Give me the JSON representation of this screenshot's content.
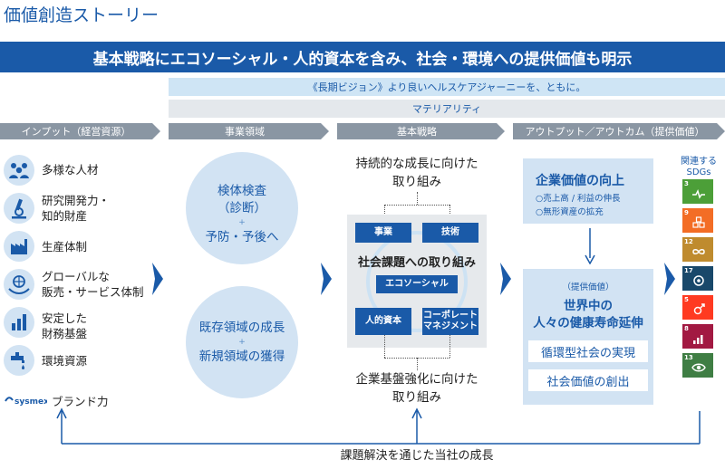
{
  "title": "価値創造ストーリー",
  "banner": "基本戦略にエコソーシャル・人的資本を含み、社会・環境への提供価値も明示",
  "vision": "《長期ビジョン》より良いヘルスケアジャーニーを、ともに。",
  "materiality": "マテリアリティ",
  "headers": {
    "input": "インプット（経営資源）",
    "domain": "事業領域",
    "strategy": "基本戦略",
    "output": "アウトプット／アウトカム（提供価値）"
  },
  "inputs": [
    {
      "lines": [
        "多様な人材"
      ],
      "icon": "people-icon"
    },
    {
      "lines": [
        "研究開発力・",
        "知的財産"
      ],
      "icon": "microscope-icon"
    },
    {
      "lines": [
        "生産体制"
      ],
      "icon": "factory-icon"
    },
    {
      "lines": [
        "グローバルな",
        "販売・サービス体制"
      ],
      "icon": "globe-hands-icon"
    },
    {
      "lines": [
        "安定した",
        "財務基盤"
      ],
      "icon": "bar-chart-icon"
    },
    {
      "lines": [
        "環境資源"
      ],
      "icon": "water-tap-icon"
    }
  ],
  "brand": {
    "logo": "sysmex",
    "label": "ブランド力"
  },
  "domains": {
    "top": {
      "line1": "検体検査",
      "line2": "（診断）",
      "plus": "+",
      "line3": "予防・予後へ"
    },
    "bottom": {
      "line1": "既存領域の成長",
      "plus": "+",
      "line2": "新規領域の獲得"
    }
  },
  "strategy": {
    "top_line1": "持続的な成長に向けた",
    "top_line2": "取り組み",
    "box_business": "事業",
    "box_technology": "技術",
    "center": "社会課題への取り組み",
    "ecosocial": "エコソーシャル",
    "human_capital": "人的資本",
    "corporate_line1": "コーポレート",
    "corporate_line2": "マネジメント",
    "bottom_line1": "企業基盤強化に向けた",
    "bottom_line2": "取り組み"
  },
  "output": {
    "corporate_value": "企業価値の向上",
    "bullet1": "売上高 / 利益の伸長",
    "bullet2": "無形資産の拡充",
    "provided_value": "（提供価値）",
    "main_line1": "世界中の",
    "main_line2": "人々の健康寿命延伸",
    "circular": "循環型社会の実現",
    "social_value": "社会価値の創出"
  },
  "sdgs": {
    "label_line1": "関連する",
    "label_line2": "SDGs",
    "goals": [
      {
        "num": "3",
        "color": "#4c9f38",
        "icon": "heartbeat-icon"
      },
      {
        "num": "9",
        "color": "#f36d25",
        "icon": "cubes-icon"
      },
      {
        "num": "12",
        "color": "#bf8b2e",
        "icon": "infinity-icon"
      },
      {
        "num": "17",
        "color": "#19486a",
        "icon": "flower-icon"
      },
      {
        "num": "5",
        "color": "#ff3a21",
        "icon": "gender-icon"
      },
      {
        "num": "8",
        "color": "#a21942",
        "icon": "growth-icon"
      },
      {
        "num": "13",
        "color": "#3f7e44",
        "icon": "eye-icon"
      }
    ]
  },
  "feedback": "課題解決を通じた当社の成長",
  "colors": {
    "primary": "#1a5aa8",
    "light_blue": "#d2e3f3",
    "header_gray": "#8a96a3"
  }
}
